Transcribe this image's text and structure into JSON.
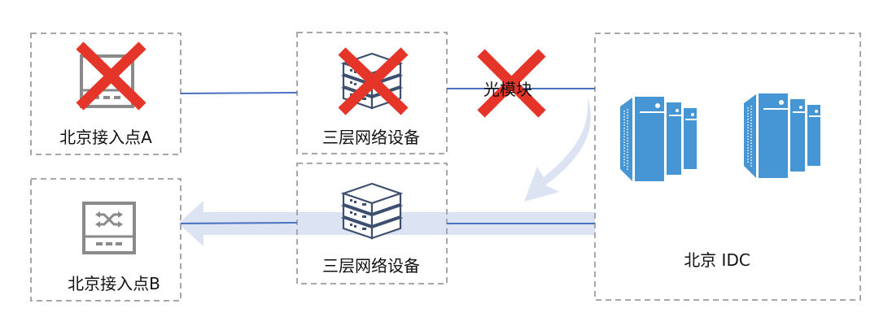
{
  "nodes": {
    "access_a": {
      "label": "北京接入点A",
      "status": "failed"
    },
    "access_b": {
      "label": "北京接入点B",
      "status": "active"
    },
    "l3_top": {
      "label": "三层网络设备",
      "status": "failed"
    },
    "l3_bottom": {
      "label": "三层网络设备",
      "status": "active"
    },
    "idc": {
      "label": "北京 IDC"
    }
  },
  "links": {
    "optical_module": {
      "label": "光模块",
      "status": "failed"
    }
  },
  "colors": {
    "failure": "#e53528",
    "link": "#4a70c0",
    "traffic_arrow": "#dce3f2",
    "server": "#4696d6",
    "device": "#8a8a8a"
  }
}
